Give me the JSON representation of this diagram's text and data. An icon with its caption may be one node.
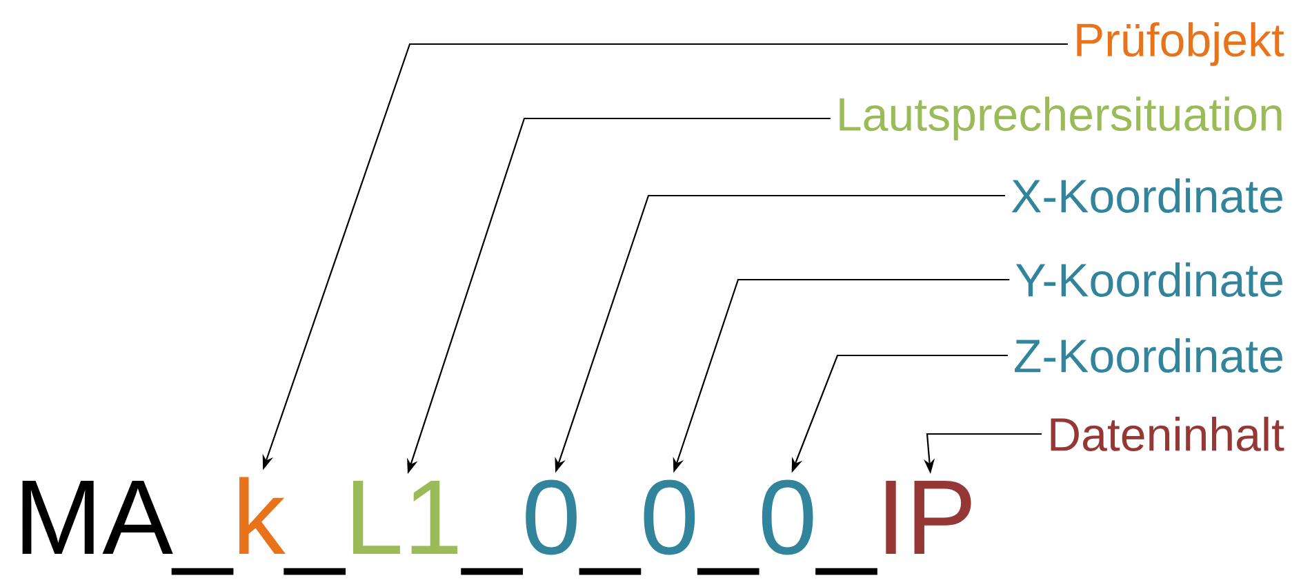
{
  "diagram": {
    "nodes": [
      {
        "text": [
          "Prüfobjekt"
        ]
      },
      {
        "text": [
          "Lautsprechersituation"
        ]
      },
      {
        "text": [
          "X-Koordinate"
        ]
      },
      {
        "text": [
          "Y-Koordinate"
        ]
      },
      {
        "text": [
          "Z-Koordinate"
        ]
      },
      {
        "text": [
          "Dateninhalt"
        ]
      },
      {
        "text": [
          "k"
        ]
      },
      {
        "text": [
          "L1"
        ]
      },
      {
        "text": [
          "0"
        ]
      },
      {
        "text": [
          "0"
        ]
      },
      {
        "text": [
          "0"
        ]
      },
      {
        "text": [
          "IP"
        ]
      }
    ],
    "edges": [
      {
        "from": 0,
        "to": 6,
        "arrow": "to"
      },
      {
        "from": 1,
        "to": 7,
        "arrow": "to"
      },
      {
        "from": 2,
        "to": 8,
        "arrow": "to"
      },
      {
        "from": 3,
        "to": 9,
        "arrow": "to"
      },
      {
        "from": 4,
        "to": 10,
        "arrow": "to"
      },
      {
        "from": 5,
        "to": 11,
        "arrow": "to"
      }
    ],
    "labels": [
      "MA",
      "_",
      "_",
      "_",
      "_",
      "_",
      "_"
    ]
  }
}
